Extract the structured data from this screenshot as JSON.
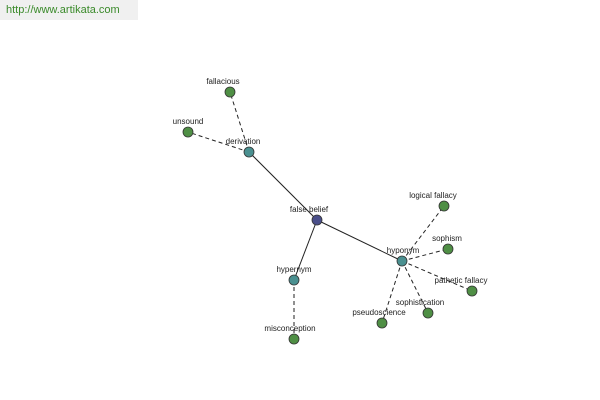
{
  "header": {
    "url": "http://www.artikata.com"
  },
  "colors": {
    "root": "#4a4f8a",
    "hub": "#4a9090",
    "leaf": "#4f8f45",
    "edge": "#222222"
  },
  "graph": {
    "nodes": [
      {
        "id": "false-belief",
        "label": "false belief",
        "kind": "root"
      },
      {
        "id": "derivation",
        "label": "derivation",
        "kind": "hub"
      },
      {
        "id": "fallacious",
        "label": "fallacious",
        "kind": "leaf"
      },
      {
        "id": "unsound",
        "label": "unsound",
        "kind": "leaf"
      },
      {
        "id": "hypernym",
        "label": "hypernym",
        "kind": "hub"
      },
      {
        "id": "misconception",
        "label": "misconception",
        "kind": "leaf"
      },
      {
        "id": "hyponym",
        "label": "hyponym",
        "kind": "hub"
      },
      {
        "id": "logical-fallacy",
        "label": "logical fallacy",
        "kind": "leaf"
      },
      {
        "id": "sophism",
        "label": "sophism",
        "kind": "leaf"
      },
      {
        "id": "pathetic-fallacy",
        "label": "pathetic fallacy",
        "kind": "leaf"
      },
      {
        "id": "sophistication",
        "label": "sophistication",
        "kind": "leaf"
      },
      {
        "id": "pseudoscience",
        "label": "pseudoscience",
        "kind": "leaf"
      }
    ],
    "edges": [
      {
        "from": "false-belief",
        "to": "derivation",
        "style": "solid"
      },
      {
        "from": "false-belief",
        "to": "hypernym",
        "style": "solid"
      },
      {
        "from": "false-belief",
        "to": "hyponym",
        "style": "solid"
      },
      {
        "from": "derivation",
        "to": "fallacious",
        "style": "dashed"
      },
      {
        "from": "derivation",
        "to": "unsound",
        "style": "dashed"
      },
      {
        "from": "hypernym",
        "to": "misconception",
        "style": "dashed"
      },
      {
        "from": "hyponym",
        "to": "logical-fallacy",
        "style": "dashed"
      },
      {
        "from": "hyponym",
        "to": "sophism",
        "style": "dashed"
      },
      {
        "from": "hyponym",
        "to": "pathetic-fallacy",
        "style": "dashed"
      },
      {
        "from": "hyponym",
        "to": "sophistication",
        "style": "dashed"
      },
      {
        "from": "hyponym",
        "to": "pseudoscience",
        "style": "dashed"
      }
    ]
  }
}
